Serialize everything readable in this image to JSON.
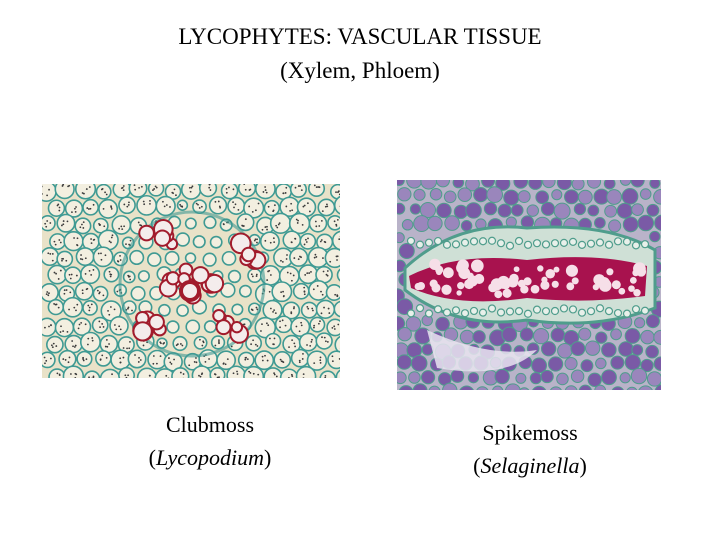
{
  "slide": {
    "title_line1": "LYCOPHYTES: VASCULAR TISSUE",
    "title_line2": "(Xylem, Phloem)"
  },
  "images": [
    {
      "caption_common": "Clubmoss",
      "caption_open": "(",
      "caption_genus": "Lycopodium",
      "caption_close": ")",
      "icon": "lycopodium-stem-cross-section-micrograph",
      "colors": {
        "background": "#e9e2c8",
        "cell_wall": "#3f9a93",
        "xylem": "#a11b2c",
        "cell_dots": "#3a3a3a"
      }
    },
    {
      "caption_common": "Spikemoss",
      "caption_open": "(",
      "caption_genus": "Selaginella",
      "caption_close": ")",
      "icon": "selaginella-stem-cross-section-micrograph",
      "colors": {
        "background": "#b9b3c9",
        "cell_wall": "#4f9d8c",
        "xylem": "#a8124e",
        "cortex": "#7a5aa6"
      }
    }
  ]
}
